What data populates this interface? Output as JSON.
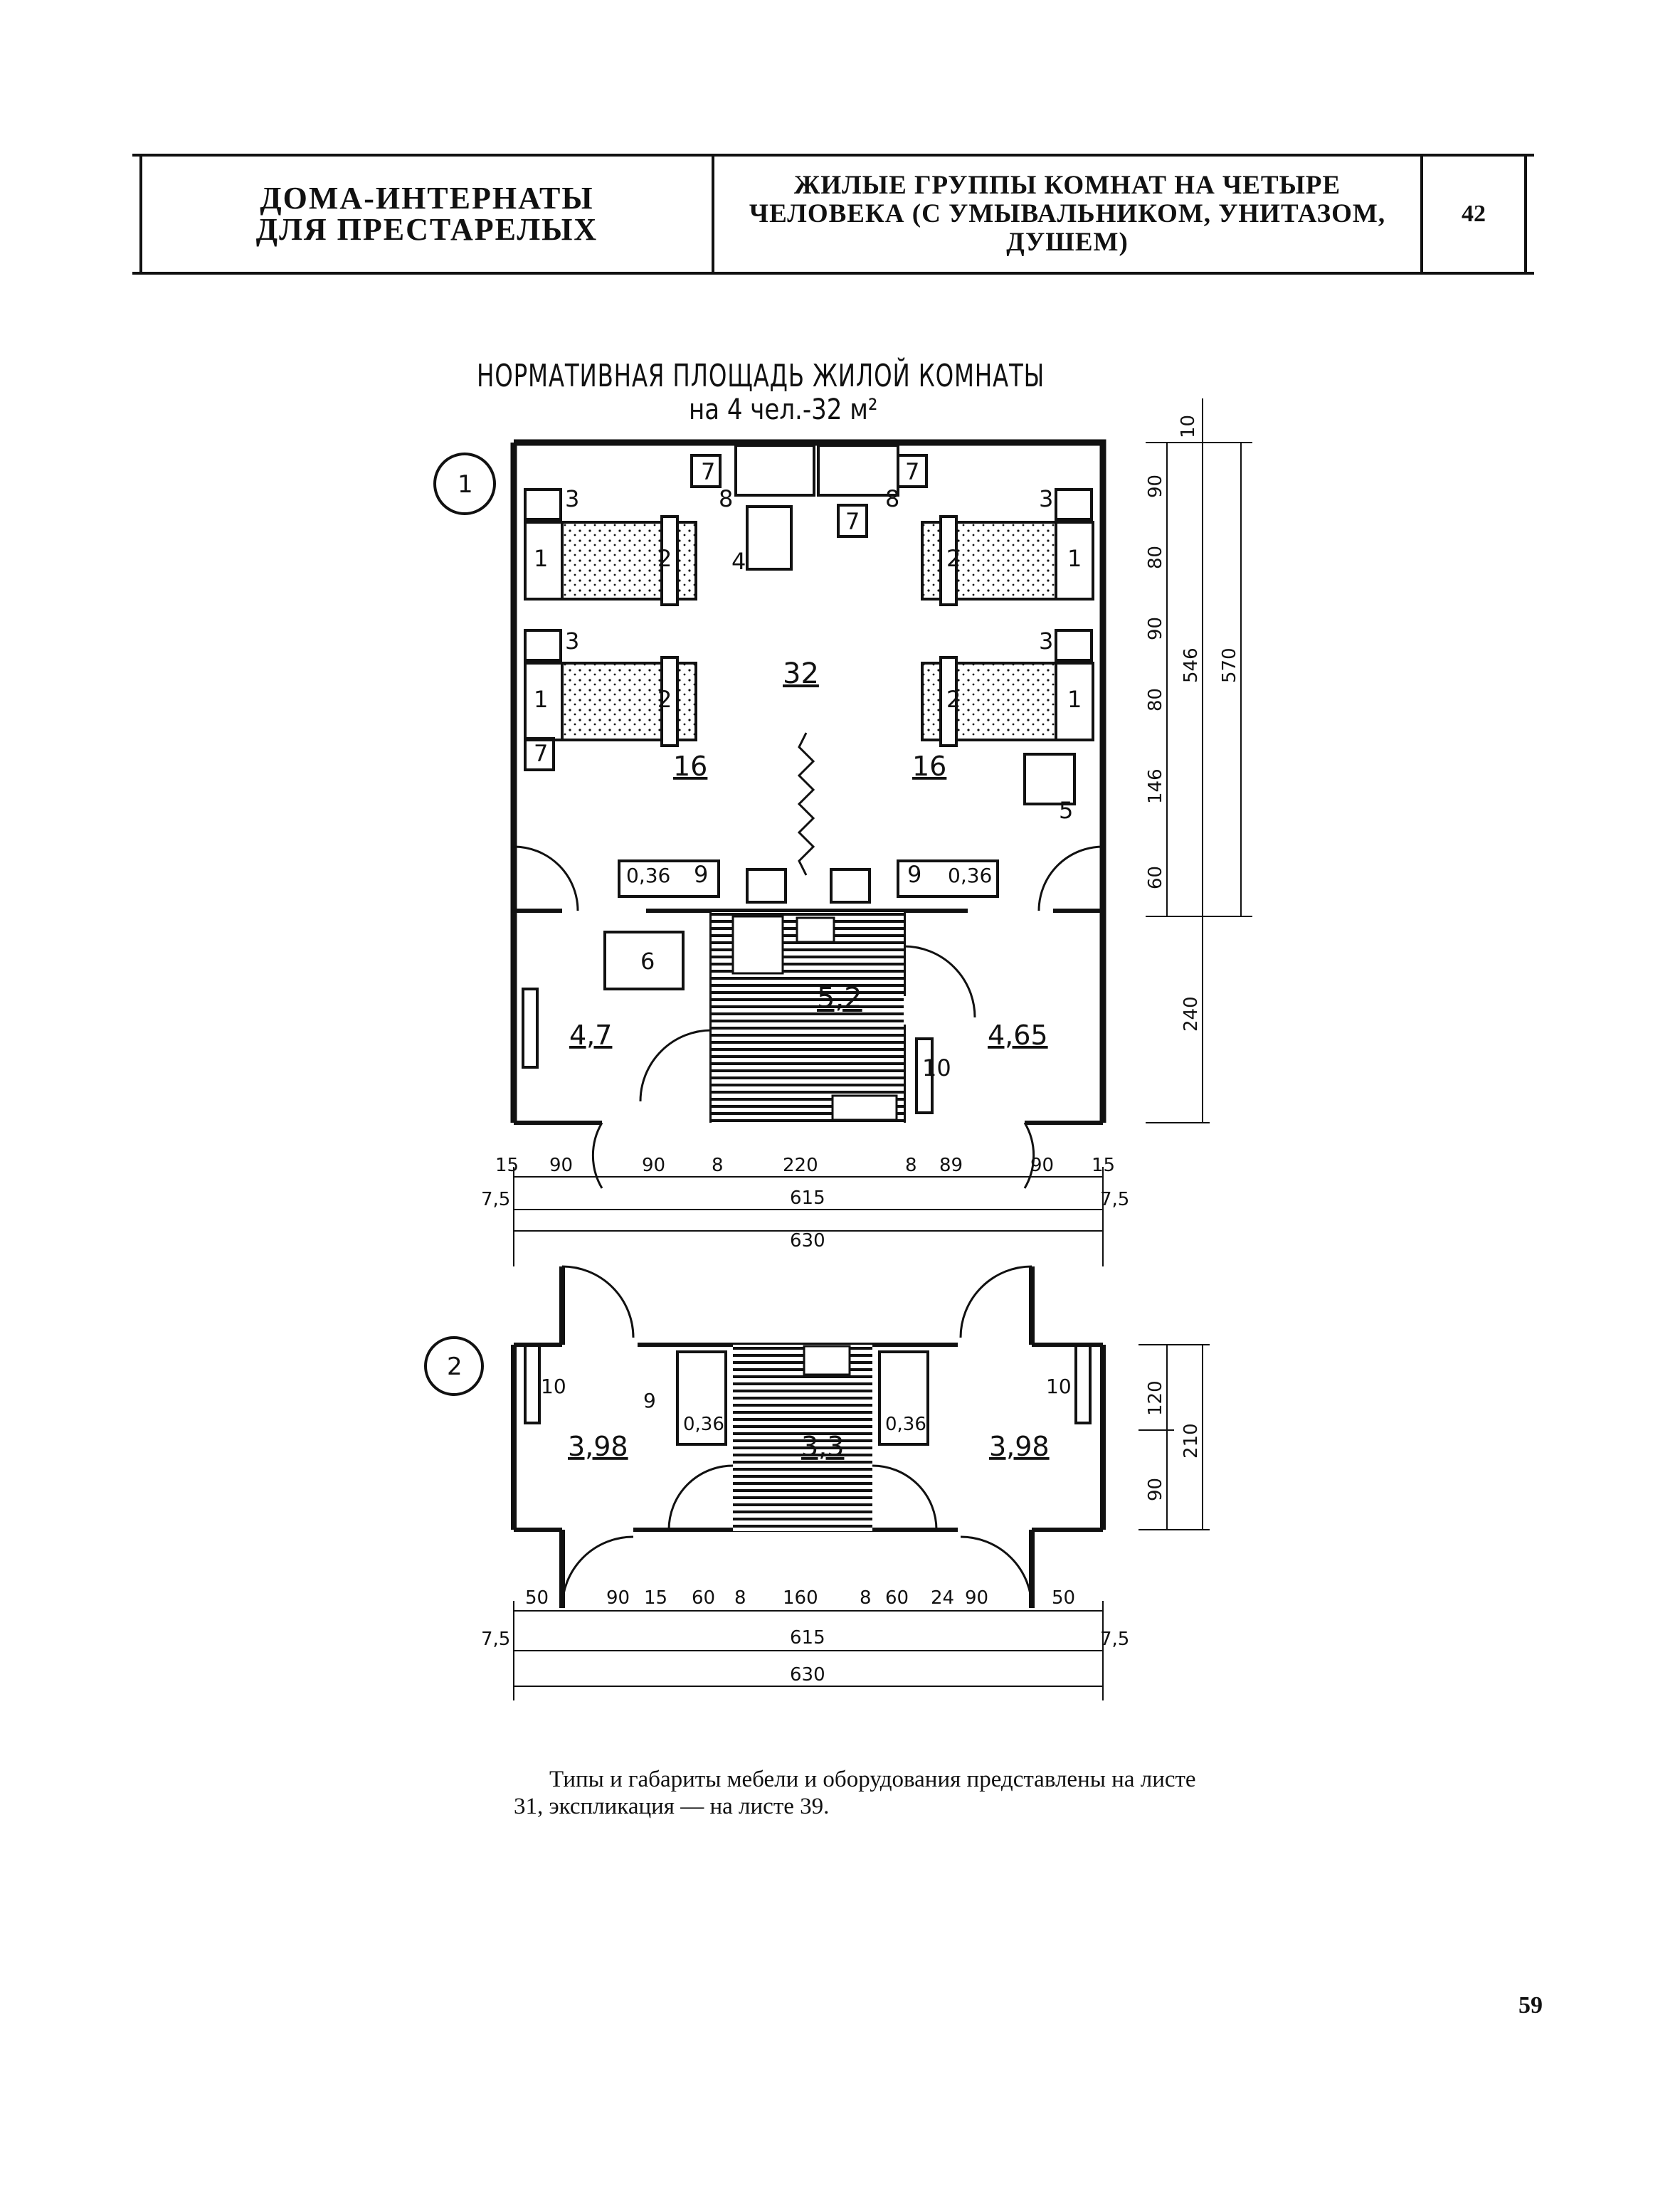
{
  "header": {
    "left_line1": "ДОМА-ИНТЕРНАТЫ",
    "left_line2": "ДЛЯ ПРЕСТАРЕЛЫХ",
    "mid_line1": "ЖИЛЫЕ ГРУППЫ КОМНАТ НА ЧЕТЫРЕ",
    "mid_line2": "ЧЕЛОВЕКА (С УМЫВАЛЬНИКОМ, УНИТАЗОМ,",
    "mid_line3": "ДУШЕМ)",
    "sheet": "42"
  },
  "plan_title": "НОРМАТИВНАЯ ПЛОЩАДЬ ЖИЛОЙ КОМНАТЫ",
  "plan_subtitle": "на 4 чел.-32 м²",
  "plan1": {
    "marker": "1",
    "areas": {
      "room": "32",
      "left_half": "16",
      "right_half": "16",
      "bath": "5,2",
      "hall_left": "4,7",
      "hall_right": "4,65"
    },
    "items": {
      "bed": "1",
      "bed_end": "2",
      "night_table": "3",
      "table": "4",
      "armchair": "5",
      "cabinet": "6",
      "stool": "7",
      "wardrobe_top": "8",
      "shelf": "9",
      "hanger": "10",
      "closet_area": "0,36"
    },
    "dims_right": [
      "10",
      "90",
      "80",
      "90",
      "80",
      "146",
      "60",
      "546",
      "570",
      "240"
    ],
    "dims_bottom": [
      "15",
      "90",
      "90",
      "8",
      "220",
      "8",
      "89",
      "90",
      "15"
    ],
    "dims_total_a": "615",
    "dims_total_b": "630",
    "dims_half": "7,5"
  },
  "plan2": {
    "marker": "2",
    "areas": {
      "left": "3,98",
      "bath": "3,3",
      "right": "3,98"
    },
    "items": {
      "hanger": "10",
      "shelf": "9",
      "closet_area": "0,36"
    },
    "dims_right": [
      "120",
      "90",
      "210"
    ],
    "dims_bottom": [
      "50",
      "90",
      "15",
      "60",
      "8",
      "160",
      "8",
      "60",
      "24",
      "90",
      "50"
    ],
    "dims_total_a": "615",
    "dims_total_b": "630",
    "dims_half": "7,5"
  },
  "note": "Типы и габариты мебели и оборудования представлены на листе 31, экспликация — на листе 39.",
  "page_number": "59"
}
